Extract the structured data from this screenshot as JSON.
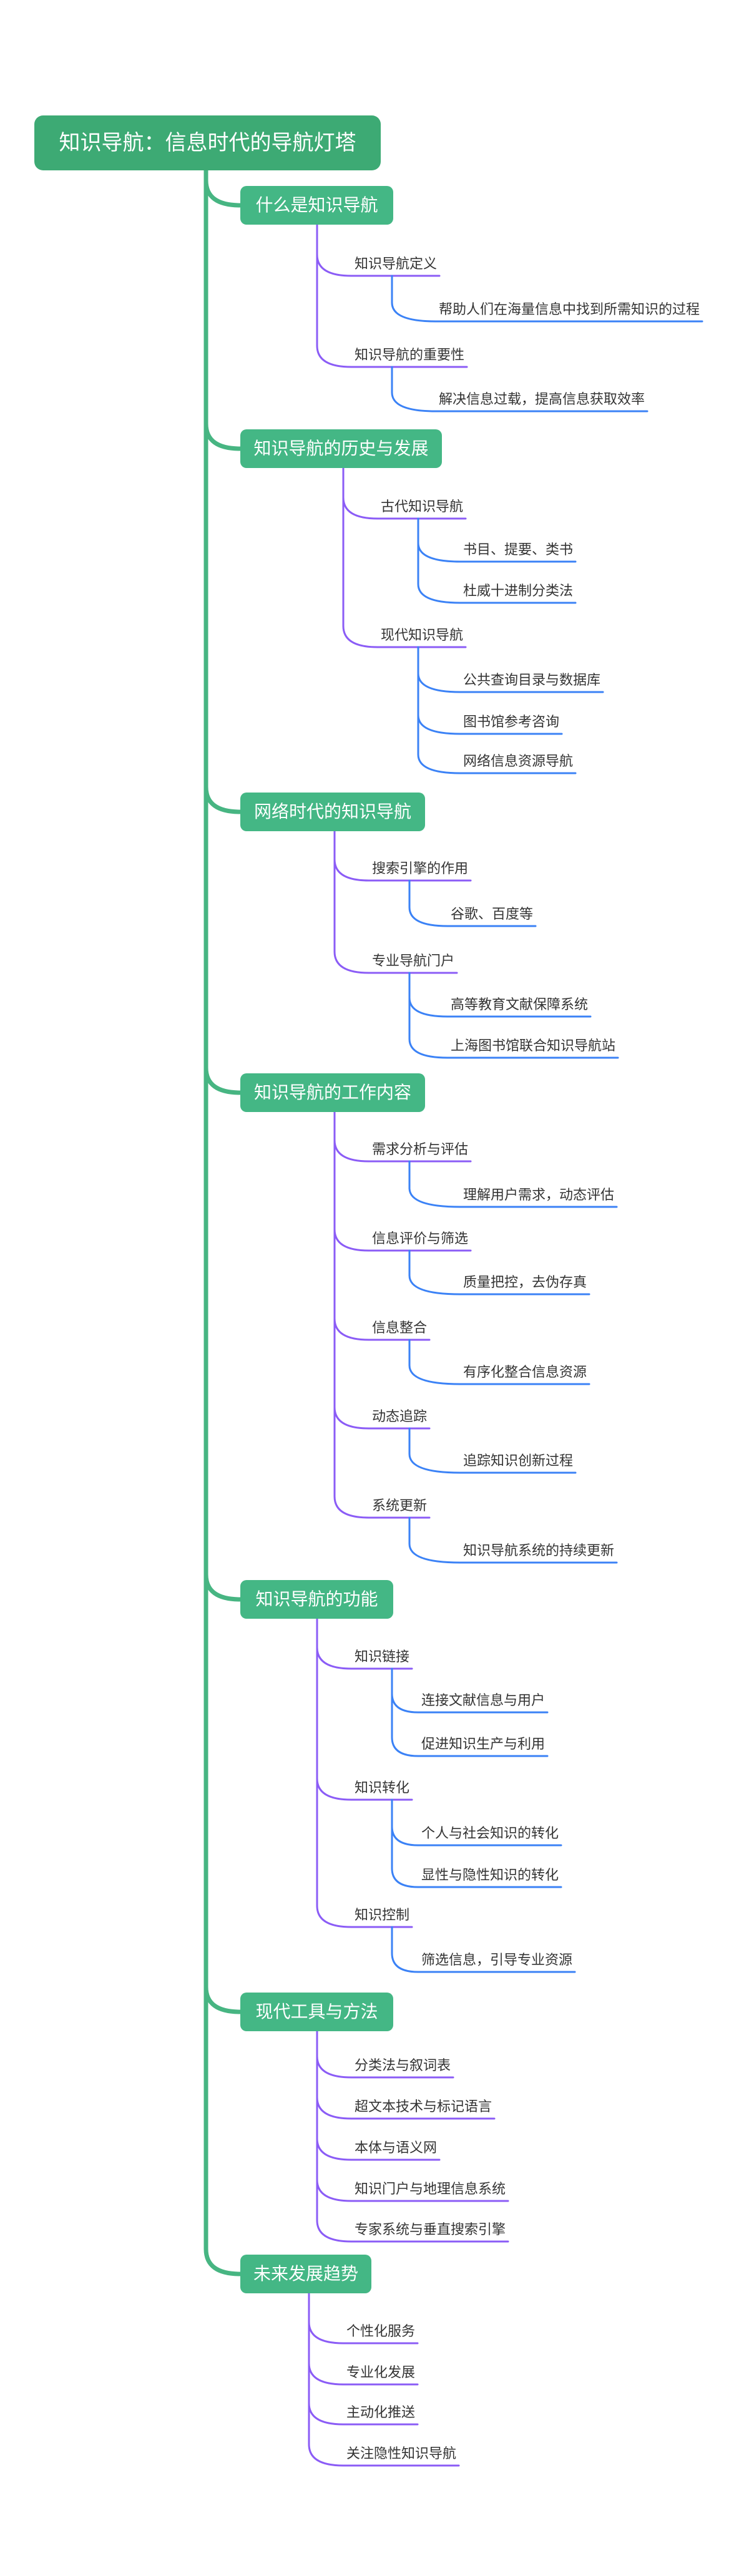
{
  "title": "知识导航：信息时代的导航灯塔",
  "colors": {
    "root": "#3daa74",
    "section": "#44b785",
    "trunk": "#47b582",
    "level2_line": "#8b5cf6",
    "level3_line": "#3b82f6",
    "text": "#333333"
  },
  "sections": [
    {
      "label": "什么是知识导航",
      "children": [
        {
          "label": "知识导航定义",
          "children": [
            "帮助人们在海量信息中找到所需知识的过程"
          ]
        },
        {
          "label": "知识导航的重要性",
          "children": [
            "解决信息过载，提高信息获取效率"
          ]
        }
      ]
    },
    {
      "label": "知识导航的历史与发展",
      "children": [
        {
          "label": "古代知识导航",
          "children": [
            "书目、提要、类书",
            "杜威十进制分类法"
          ]
        },
        {
          "label": "现代知识导航",
          "children": [
            "公共查询目录与数据库",
            "图书馆参考咨询",
            "网络信息资源导航"
          ]
        }
      ]
    },
    {
      "label": "网络时代的知识导航",
      "children": [
        {
          "label": "搜索引擎的作用",
          "children": [
            "谷歌、百度等"
          ]
        },
        {
          "label": "专业导航门户",
          "children": [
            "高等教育文献保障系统",
            "上海图书馆联合知识导航站"
          ]
        }
      ]
    },
    {
      "label": "知识导航的工作内容",
      "children": [
        {
          "label": "需求分析与评估",
          "children": [
            "理解用户需求，动态评估"
          ]
        },
        {
          "label": "信息评价与筛选",
          "children": [
            "质量把控，去伪存真"
          ]
        },
        {
          "label": "信息整合",
          "children": [
            "有序化整合信息资源"
          ]
        },
        {
          "label": "动态追踪",
          "children": [
            "追踪知识创新过程"
          ]
        },
        {
          "label": "系统更新",
          "children": [
            "知识导航系统的持续更新"
          ]
        }
      ]
    },
    {
      "label": "知识导航的功能",
      "children": [
        {
          "label": "知识链接",
          "children": [
            "连接文献信息与用户",
            "促进知识生产与利用"
          ]
        },
        {
          "label": "知识转化",
          "children": [
            "个人与社会知识的转化",
            "显性与隐性知识的转化"
          ]
        },
        {
          "label": "知识控制",
          "children": [
            "筛选信息，引导专业资源"
          ]
        }
      ]
    },
    {
      "label": "现代工具与方法",
      "children": [
        {
          "label": "分类法与叙词表",
          "children": []
        },
        {
          "label": "超文本技术与标记语言",
          "children": []
        },
        {
          "label": "本体与语义网",
          "children": []
        },
        {
          "label": "知识门户与地理信息系统",
          "children": []
        },
        {
          "label": "专家系统与垂直搜索引擎",
          "children": []
        }
      ]
    },
    {
      "label": "未来发展趋势",
      "children": [
        {
          "label": "个性化服务",
          "children": []
        },
        {
          "label": "专业化发展",
          "children": []
        },
        {
          "label": "主动化推送",
          "children": []
        },
        {
          "label": "关注隐性知识导航",
          "children": []
        }
      ]
    }
  ]
}
